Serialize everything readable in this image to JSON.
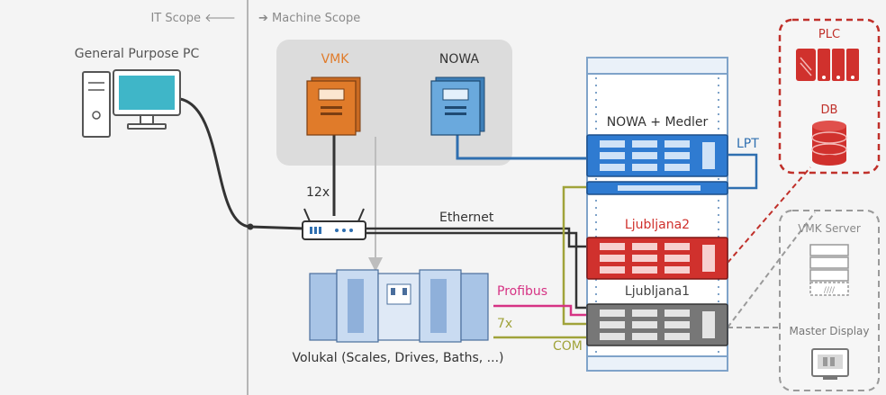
{
  "scope": {
    "it_label": "IT Scope",
    "it_arrow": "🡐",
    "machine_arrow": "➔",
    "machine_label": "Machine Scope"
  },
  "pc": {
    "label": "General Purpose PC"
  },
  "vmk": {
    "label": "VMK"
  },
  "nowa": {
    "label": "NOWA"
  },
  "router": {
    "count_label": "12x"
  },
  "ethernet": {
    "label": "Ethernet"
  },
  "rack": {
    "nowa_medler_label": "NOWA + Medler",
    "ljubljana2_label": "Ljubljana2",
    "ljubljana1_label": "Ljubljana1"
  },
  "links": {
    "lpt_label": "LPT",
    "profibus_label": "Profibus",
    "com_count_label": "7x",
    "com_label": "COM"
  },
  "volukal": {
    "label": "Volukal (Scales, Drives, Baths, ...)"
  },
  "plc_group": {
    "plc_label": "PLC",
    "db_label": "DB"
  },
  "vmk_server_group": {
    "server_label": "VMK Server",
    "display_label": "Master Display"
  },
  "colors": {
    "vmk": "#e07b2a",
    "nowa": "#4a90c8",
    "server_blue": "#2f7bd1",
    "server_red": "#d0312d",
    "server_gray": "#777777",
    "red_group": "#c0302a",
    "profibus": "#d63384",
    "com": "#a0a33a",
    "lpt": "#2f6fb0"
  }
}
